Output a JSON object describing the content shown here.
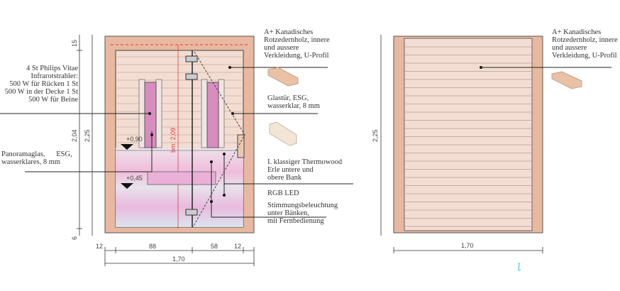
{
  "left_drawing": {
    "labels": {
      "heaters": [
        "4 St Philips Vitae",
        "Infrarotstrahler:",
        "500 W für Rücken 1 St",
        "500 W in der Decke 1 St",
        "500 W für Beine"
      ],
      "panorama": [
        "Panoramaglas,      ESG,",
        "wasserklares, 8 mm"
      ],
      "cedar": [
        "A+ Kanadisches",
        "Rotzedernholz, innere",
        "und aussere",
        "Verkleidung, U-Profil"
      ],
      "door": [
        "Glastür, ESG,",
        "wasserklar, 8 mm"
      ],
      "bench": [
        "I. klassiger Thermowood",
        "Erle untere und",
        "obere Bank"
      ],
      "led": "RGB LED",
      "mood": [
        "Stimmungsbeleuchtung",
        "unter Bänken,",
        "mit Fernbedienung"
      ]
    },
    "dimensions": {
      "top": "15",
      "inner_height": "2,04",
      "total_height": "2,25",
      "bottom": "6",
      "left_wall": "12",
      "left_width": "88",
      "right_width": "58",
      "right_wall": "12",
      "total_width": "1,70",
      "clear_height": "bm: 2,09",
      "upper_bench": "+0,90",
      "lower_bench": "+0,45"
    }
  },
  "right_drawing": {
    "labels": {
      "cedar": [
        "A+ Kanadisches",
        "Rotzedernholz, innere",
        "und aussere",
        "Verkleidung, U-Profil"
      ]
    },
    "dimensions": {
      "total_height": "2,25",
      "total_width": "1,70"
    }
  },
  "colors": {
    "wood": "#e8b9a0",
    "panel": "#f3ddd2",
    "accent_red": "#e04040",
    "heater": "#d98cc0"
  }
}
